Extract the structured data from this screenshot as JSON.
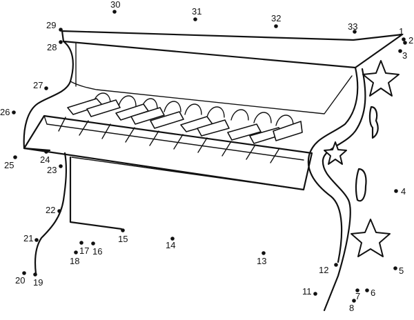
{
  "puzzle": {
    "dots": [
      {
        "n": "1"
      },
      {
        "n": "2"
      },
      {
        "n": "3"
      },
      {
        "n": "4"
      },
      {
        "n": "5"
      },
      {
        "n": "6"
      },
      {
        "n": "7"
      },
      {
        "n": "8"
      },
      {
        "n": "11"
      },
      {
        "n": "12"
      },
      {
        "n": "13"
      },
      {
        "n": "14"
      },
      {
        "n": "15"
      },
      {
        "n": "16"
      },
      {
        "n": "17"
      },
      {
        "n": "18"
      },
      {
        "n": "19"
      },
      {
        "n": "20"
      },
      {
        "n": "21"
      },
      {
        "n": "22"
      },
      {
        "n": "23"
      },
      {
        "n": "24"
      },
      {
        "n": "25"
      },
      {
        "n": "26"
      },
      {
        "n": "27"
      },
      {
        "n": "28"
      },
      {
        "n": "29"
      },
      {
        "n": "30"
      },
      {
        "n": "31"
      },
      {
        "n": "32"
      },
      {
        "n": "33"
      }
    ]
  }
}
